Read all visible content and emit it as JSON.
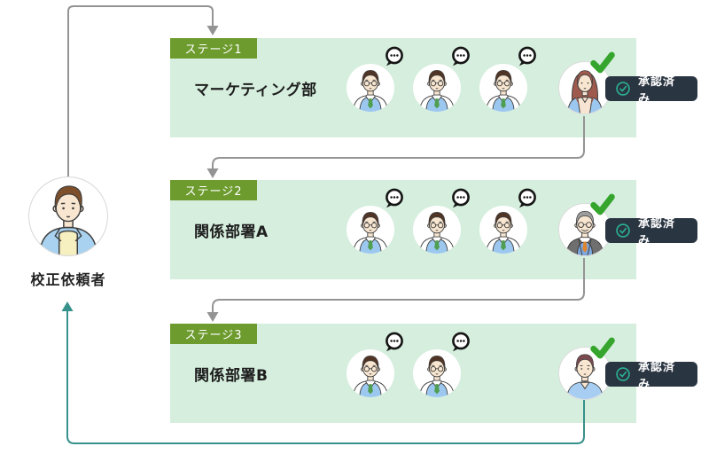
{
  "requester": {
    "label": "校正依頼者"
  },
  "stages": [
    {
      "badge": "ステージ1",
      "department": "マーケティング部",
      "member_count": 3,
      "approver_type": "woman-long-hair",
      "approved_label": "承認済み"
    },
    {
      "badge": "ステージ2",
      "department": "関係部署A",
      "member_count": 3,
      "approver_type": "senior-man-suit",
      "approved_label": "承認済み"
    },
    {
      "badge": "ステージ3",
      "department": "関係部署B",
      "member_count": 2,
      "approver_type": "man-casual",
      "approved_label": "承認済み"
    }
  ],
  "icons": {
    "comment": "speech-bubble-with-three-dots",
    "approved_check": "bold-green-checkmark",
    "badge_check": "circled-teal-checkmark"
  },
  "colors": {
    "panel_bg": "#d5eedd",
    "stage_badge_bg": "#6d9b2e",
    "approved_badge_bg": "#2a3542",
    "check_green": "#35a52d",
    "badge_check_teal": "#2ab293",
    "flow_arrow_gray": "#949494",
    "return_arrow_teal": "#37918c"
  }
}
